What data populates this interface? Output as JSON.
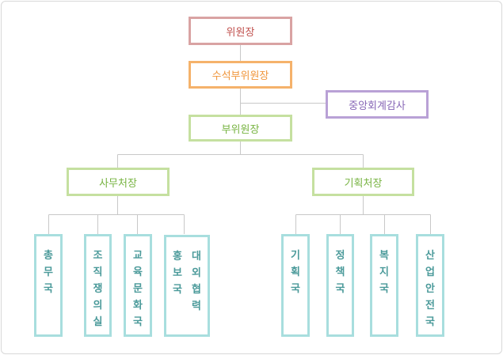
{
  "org": {
    "chairman": "위원장",
    "senior_vice_chairman": "수석부위원장",
    "central_audit": "중앙회계감사",
    "vice_chairman": "부위원장",
    "secretary_general": "사무처장",
    "planning_director": "기획처장",
    "departments_left": [
      "총무국",
      "조직쟁의실",
      "교육문화국"
    ],
    "pr_department": {
      "col1": "홍보국",
      "col2": "대외협력"
    },
    "departments_right": [
      "기획국",
      "정책국",
      "복지국",
      "산업안전국"
    ]
  },
  "colors": {
    "chairman": "#c0504d",
    "senior": "#f0963c",
    "audit": "#8766b6",
    "green": "#77b341",
    "department": "#4b9a9a",
    "connector": "#c8c8c8"
  }
}
